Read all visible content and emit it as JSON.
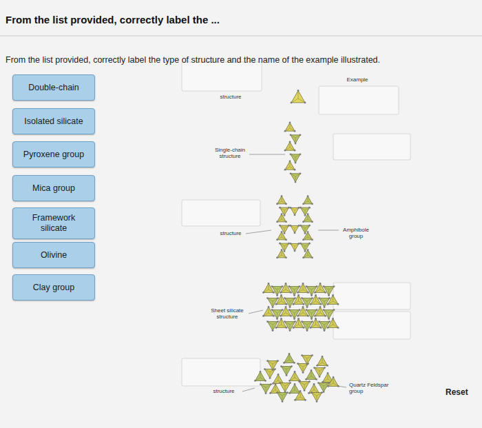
{
  "diagram": {
    "title": "From the list provided, correctly label the ...",
    "nodes": [
      {
        "text": [
          "Double-chain"
        ]
      },
      {
        "text": [
          "Isolated silicate"
        ]
      },
      {
        "text": [
          "Pyroxene group"
        ]
      },
      {
        "text": [
          "Mica group"
        ]
      },
      {
        "text": [
          "Framework silicate"
        ]
      },
      {
        "text": [
          "Olivine"
        ]
      },
      {
        "text": [
          "Clay group"
        ]
      }
    ],
    "labels": [
      "From the list provided, correctly label the type of structure and the name of the example illustrated.",
      "Example",
      "structure",
      "Single-chain structure",
      "structure",
      "Amphibole group",
      "Sheet silicate structure",
      "structure",
      "Quartz Feldspar group",
      "Reset"
    ]
  }
}
